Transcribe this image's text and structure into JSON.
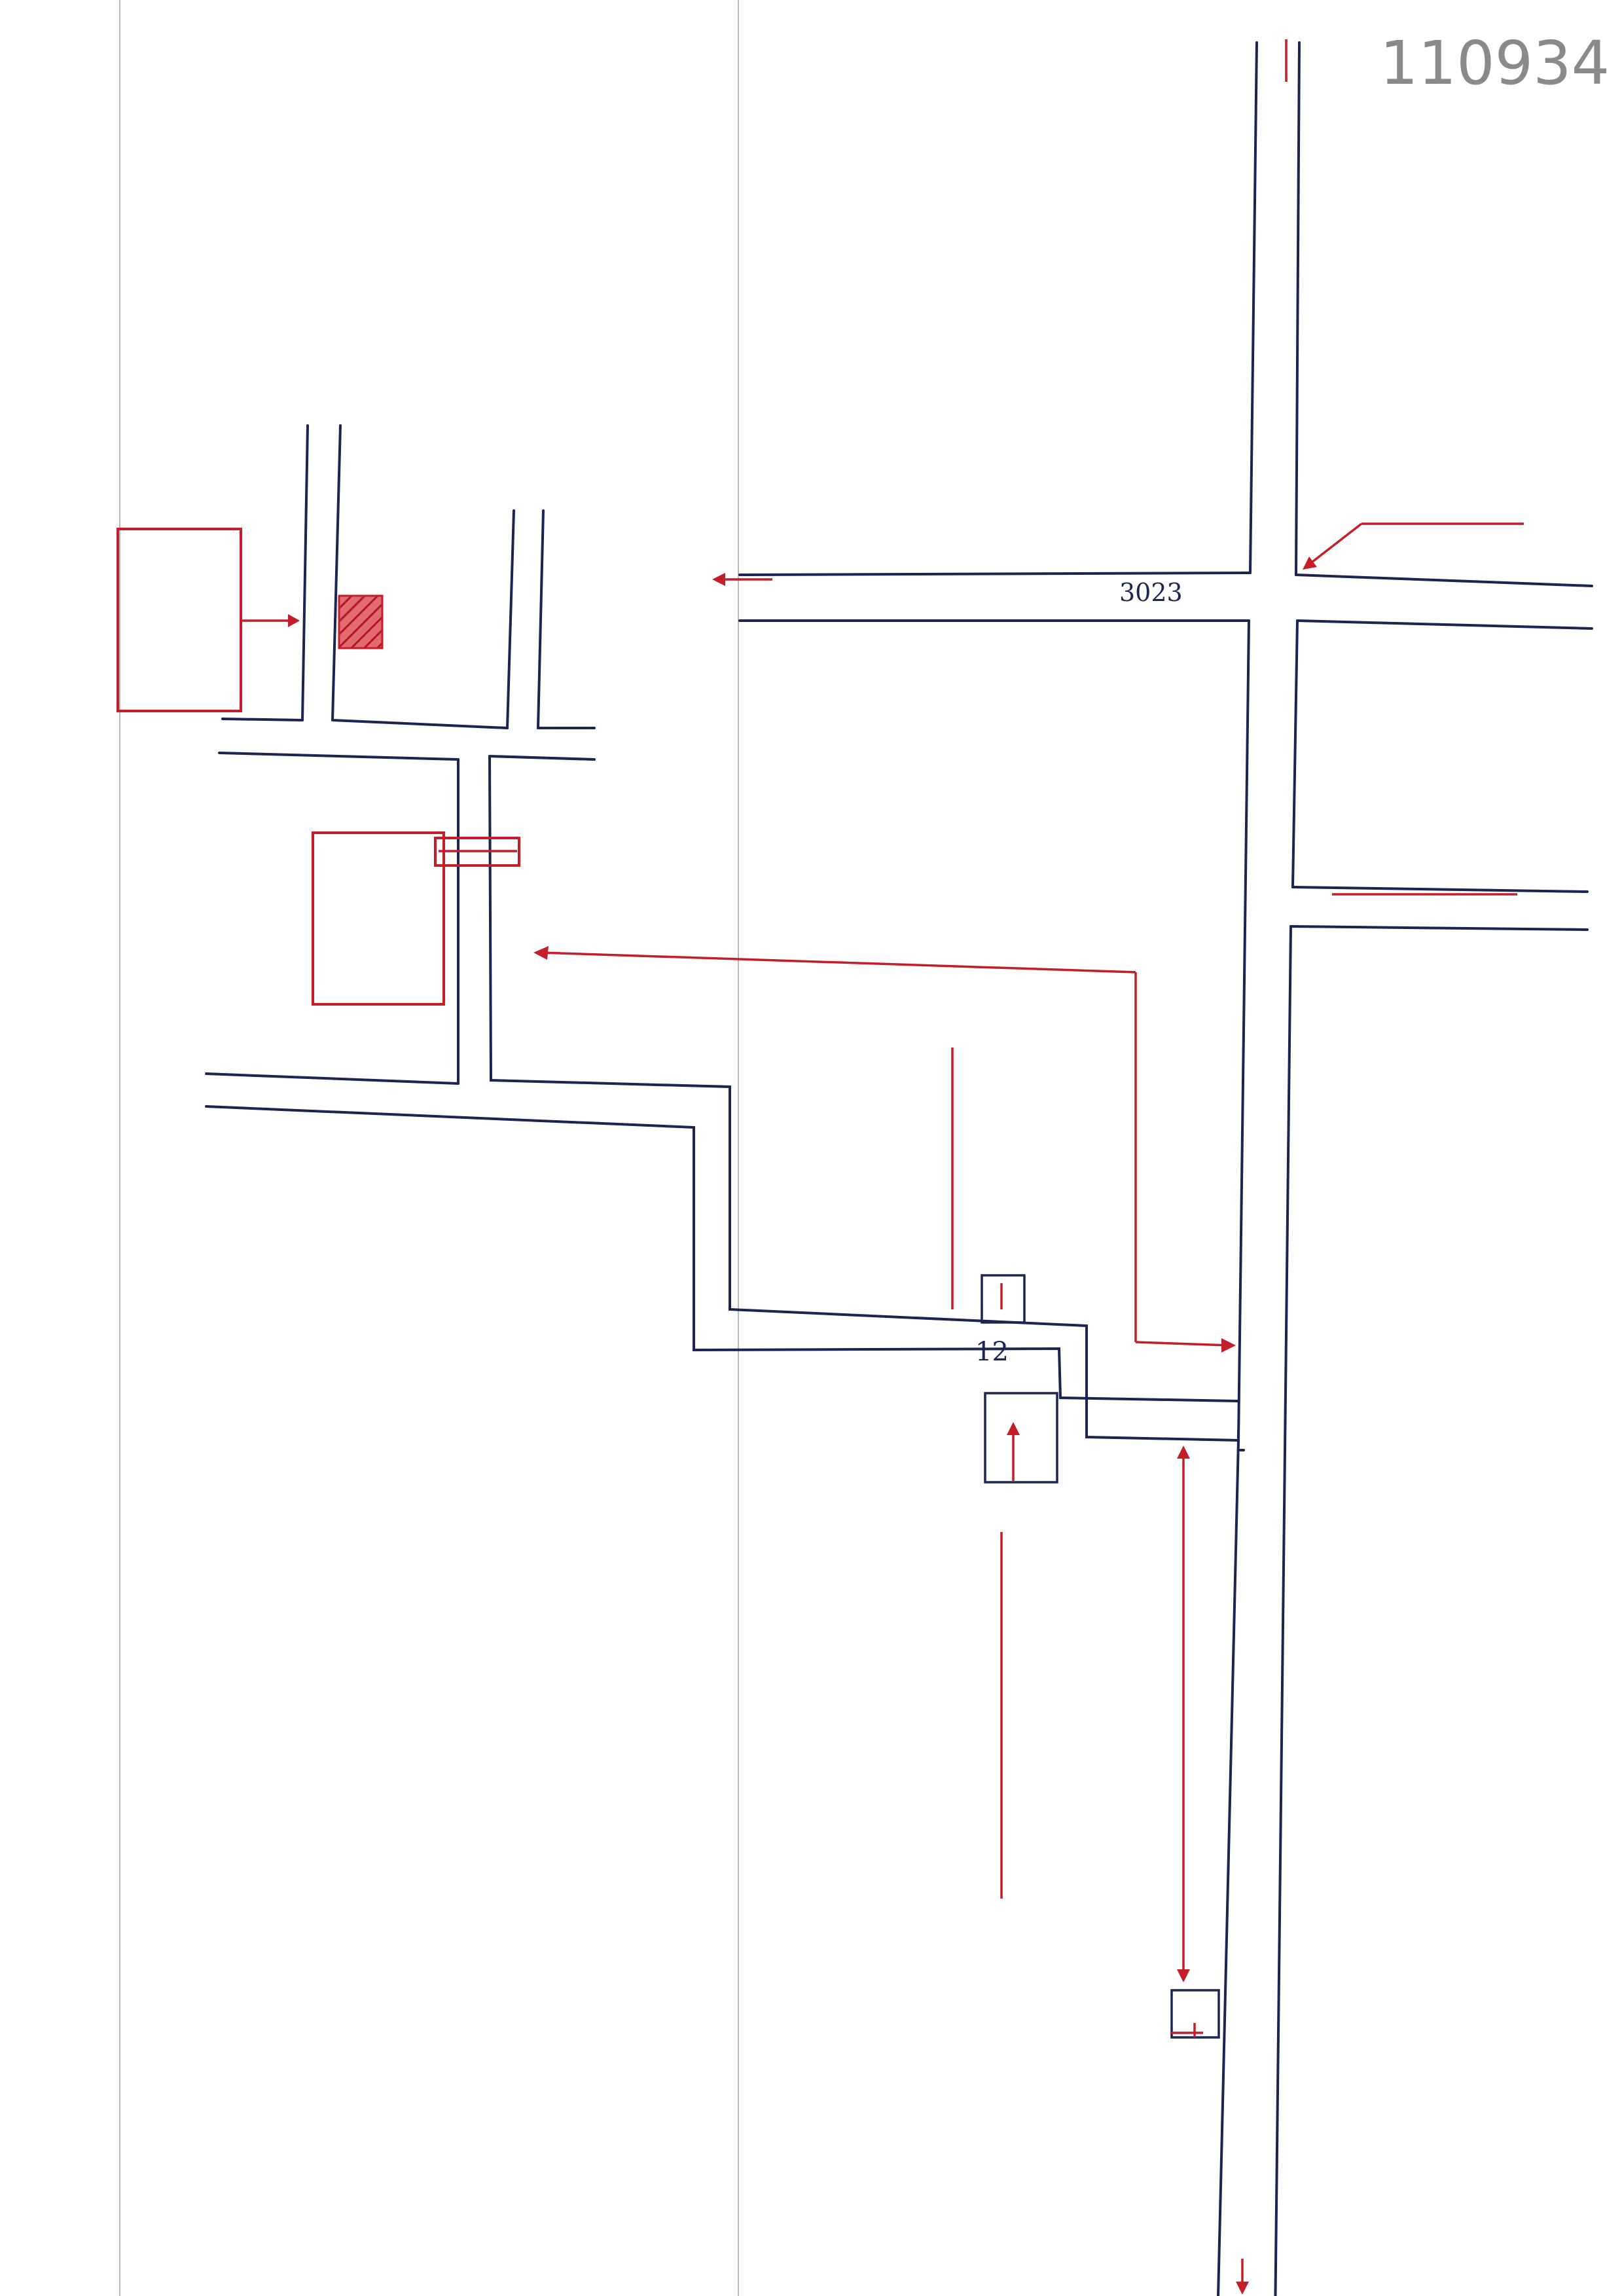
{
  "document": {
    "stamp_number": "110934",
    "labels": {
      "road_number": "3023",
      "soi_number": "12"
    }
  },
  "legend": {
    "site_fill_color": "#c41e2a",
    "road_color": "#1c2452",
    "annotation_color": "#c41e2a"
  }
}
